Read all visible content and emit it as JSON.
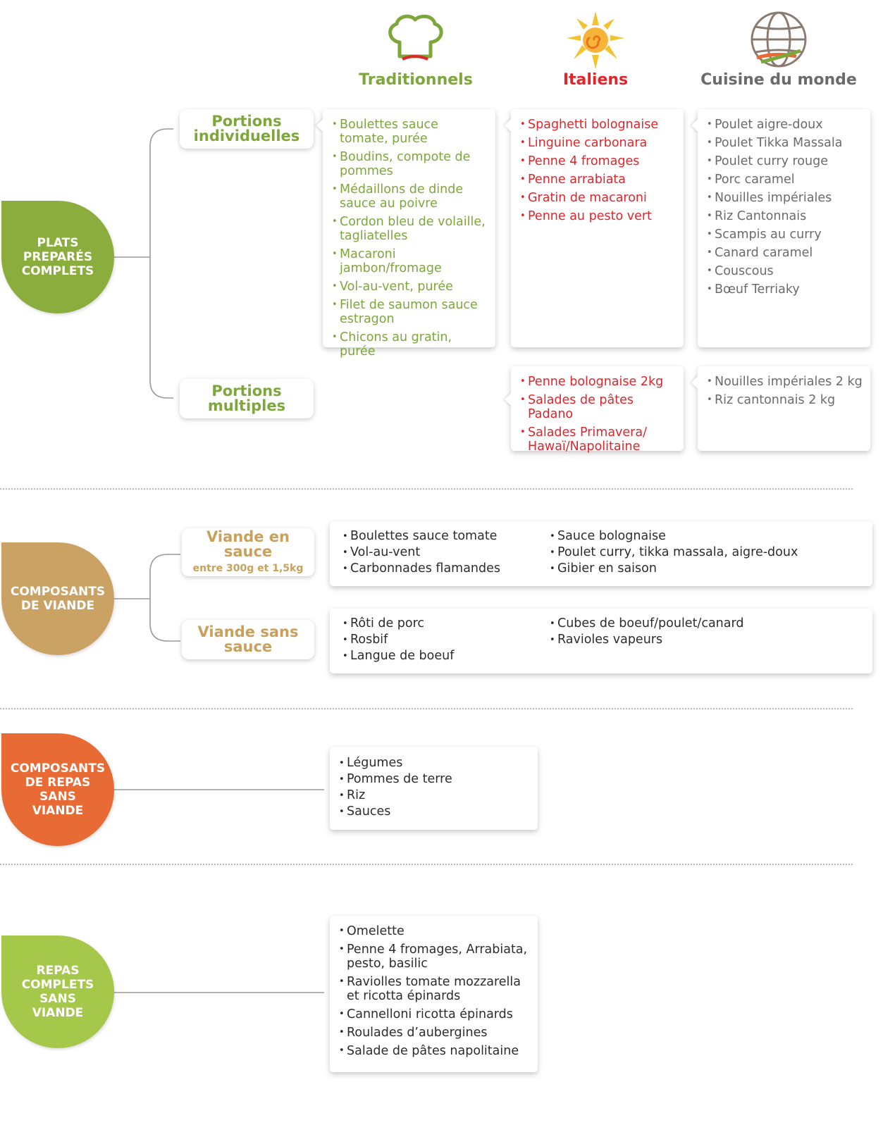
{
  "headers": {
    "traditionnels": "Traditionnels",
    "italiens": "Italiens",
    "cuisine_du_monde": "Cuisine du monde"
  },
  "categories": {
    "plats_prepares": "PLATS\nPREPARÉS\nCOMPLETS",
    "composants_viande": "COMPOSANTS\nDE VIANDE",
    "composants_sans_viande": "COMPOSANTS\nDE REPAS\nSANS\nVIANDE",
    "repas_sans_viande": "REPAS\nCOMPLETS\nSANS\nVIANDE"
  },
  "subcategories": {
    "portions_individuelles": "Portions\nindividuelles",
    "portions_multiples": "Portions\nmultiples",
    "viande_en_sauce": "Viande en sauce",
    "viande_en_sauce_note": "entre 300g et 1,5kg",
    "viande_sans_sauce": "Viande sans\nsauce"
  },
  "lists": {
    "traditionnels_individuelles": [
      "Boulettes sauce tomate, purée",
      "Boudins, compote de pommes",
      "Médaillons de dinde sauce au poivre",
      "Cordon bleu de volaille, tagliatelles",
      "Macaroni jambon/fromage",
      "Vol-au-vent, purée",
      "Filet de saumon sauce estragon",
      "Chicons au gratin, purée"
    ],
    "italiens_individuelles": [
      "Spaghetti bolognaise",
      "Linguine carbonara",
      "Penne 4 fromages",
      "Penne arrabiata",
      "Gratin de macaroni",
      "Penne au pesto vert"
    ],
    "monde_individuelles": [
      "Poulet aigre-doux",
      "Poulet Tikka Massala",
      "Poulet curry rouge",
      "Porc caramel",
      "Nouilles impériales",
      "Riz Cantonnais",
      "Scampis au curry",
      "Canard caramel",
      "Couscous",
      "Bœuf Terriaky"
    ],
    "italiens_multiples": [
      "Penne bolognaise 2kg",
      "Salades de pâtes Padano",
      "Salades Primavera/ Hawaï/Napolitaine"
    ],
    "monde_multiples": [
      "Nouilles impériales 2 kg",
      "Riz cantonnais 2 kg"
    ],
    "viande_sauce_col1": [
      "Boulettes sauce tomate",
      "Vol-au-vent",
      "Carbonnades flamandes"
    ],
    "viande_sauce_col2": [
      "Sauce bolognaise",
      "Poulet curry, tikka massala, aigre-doux",
      "Gibier en saison"
    ],
    "viande_sans_sauce_col1": [
      "Rôti de porc",
      "Rosbif",
      "Langue de boeuf"
    ],
    "viande_sans_sauce_col2": [
      "Cubes de boeuf/poulet/canard",
      "Ravioles vapeurs"
    ],
    "composants_sans_viande": [
      "Légumes",
      "Pommes de terre",
      "Riz",
      "Sauces"
    ],
    "repas_sans_viande": [
      "Omelette",
      "Penne 4 fromages, Arrabiata, pesto, basilic",
      "Raviolles tomate mozzarella et ricotta épinards",
      "Cannelloni ricotta épinards",
      "Roulades d’aubergines",
      "Salade de pâtes napolitaine"
    ]
  },
  "colors": {
    "green": "#8aad3e",
    "tan": "#c9a264",
    "orange": "#e86a35",
    "lime": "#a6c84a",
    "red": "#e2252b",
    "gray": "#6b6b6b",
    "sub_green": "#86ad3c",
    "sub_tan": "#c9a05c"
  },
  "icons": {
    "traditionnels": "chef-hat-icon",
    "italiens": "sun-icon",
    "cuisine_du_monde": "globe-icon"
  }
}
